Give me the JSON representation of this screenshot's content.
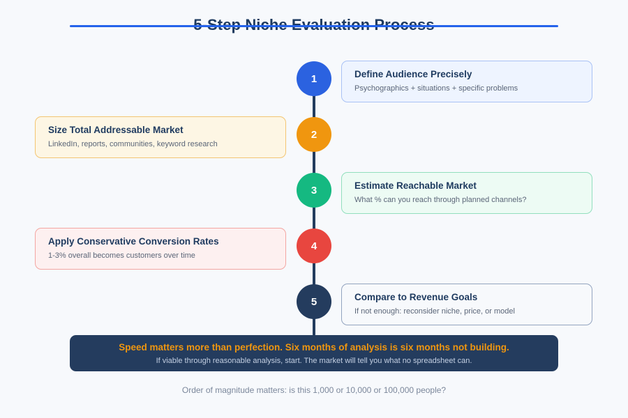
{
  "header": {
    "title": "5-Step Niche Evaluation Process",
    "rule_color": "#2563eb"
  },
  "timeline": {
    "spine_color": "#243c5e",
    "steps": [
      {
        "number": "1",
        "side": "right",
        "title": "Define Audience Precisely",
        "subtitle": "Psychographics + situations + specific problems",
        "accent": "#2b62e0",
        "card_bg": "#eef4ff",
        "card_border": "#a9c2f5"
      },
      {
        "number": "2",
        "side": "left",
        "title": "Size Total Addressable Market",
        "subtitle": "LinkedIn, reports, communities, keyword research",
        "accent": "#f0960f",
        "card_bg": "#fdf6e4",
        "card_border": "#f3c572"
      },
      {
        "number": "3",
        "side": "right",
        "title": "Estimate Reachable Market",
        "subtitle": "What % can you reach through planned channels?",
        "accent": "#15b981",
        "card_bg": "#edfbf4",
        "card_border": "#92dfbe"
      },
      {
        "number": "4",
        "side": "left",
        "title": "Apply Conservative Conversion Rates",
        "subtitle": "1-3% overall becomes customers over time",
        "accent": "#e8463f",
        "card_bg": "#fdf0f0",
        "card_border": "#f3a6a2"
      },
      {
        "number": "5",
        "side": "right",
        "title": "Compare to Revenue Goals",
        "subtitle": "If not enough: reconsider niche, price, or model",
        "accent": "#243c5e",
        "card_bg": "#f7f9fc",
        "card_border": "#93a4bf"
      }
    ]
  },
  "banner": {
    "headline": "Speed matters more than perfection. Six months of analysis is six months not building.",
    "subtitle": "If viable through reasonable analysis, start. The market will tell you what no spreadsheet can.",
    "bg": "#243c5e",
    "headline_color": "#f0960f"
  },
  "footer": {
    "note": "Order of magnitude matters: is this 1,000 or 10,000 or 100,000 people?"
  }
}
